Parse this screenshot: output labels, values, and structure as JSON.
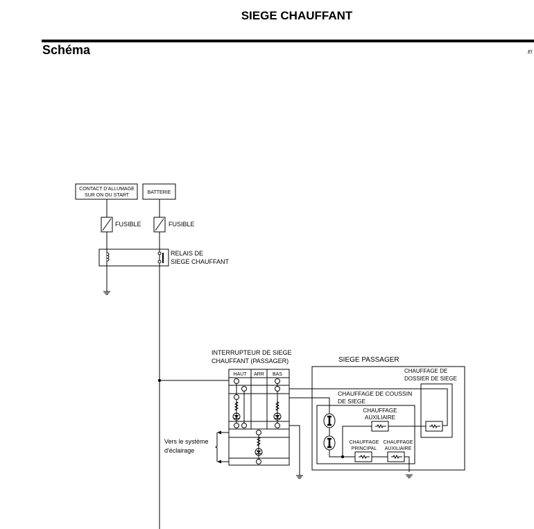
{
  "header": {
    "title": "SIEGE CHAUFFANT",
    "section": "Schéma",
    "code": "El"
  },
  "diagram": {
    "ignition_line1": "CONTACT D'ALLUMAGE",
    "ignition_line2": "SUR ON OU START",
    "battery": "BATTERIE",
    "fuse1": "FUSIBLE",
    "fuse2": "FUSIBLE",
    "relay_line1": "RELAIS DE",
    "relay_line2": "SIEGE CHAUFFANT",
    "switch_line1": "INTERRUPTEUR DE SIEGE",
    "switch_line2": "CHAUFFANT (PASSAGER)",
    "switch_cols": [
      "HAUT",
      "ARR",
      "BAS"
    ],
    "lighting_line1": "Vers le système",
    "lighting_line2": "d'éclairage",
    "seat": "SIEGE PASSAGER",
    "back_line1": "CHAUFFAGE DE",
    "back_line2": "DOSSIER DE SIEGE",
    "cushion_line1": "CHAUFFAGE DE COUSSIN",
    "cushion_line2": "DE SIEGE",
    "aux_top_line1": "CHAUFFAGE",
    "aux_top_line2": "AUXILIAIRE",
    "main_line1": "CHAUFFAGE",
    "main_line2": "PRINCIPAL",
    "aux_bot_line1": "CHAUFFAGE",
    "aux_bot_line2": "AUXILIAIRE"
  }
}
